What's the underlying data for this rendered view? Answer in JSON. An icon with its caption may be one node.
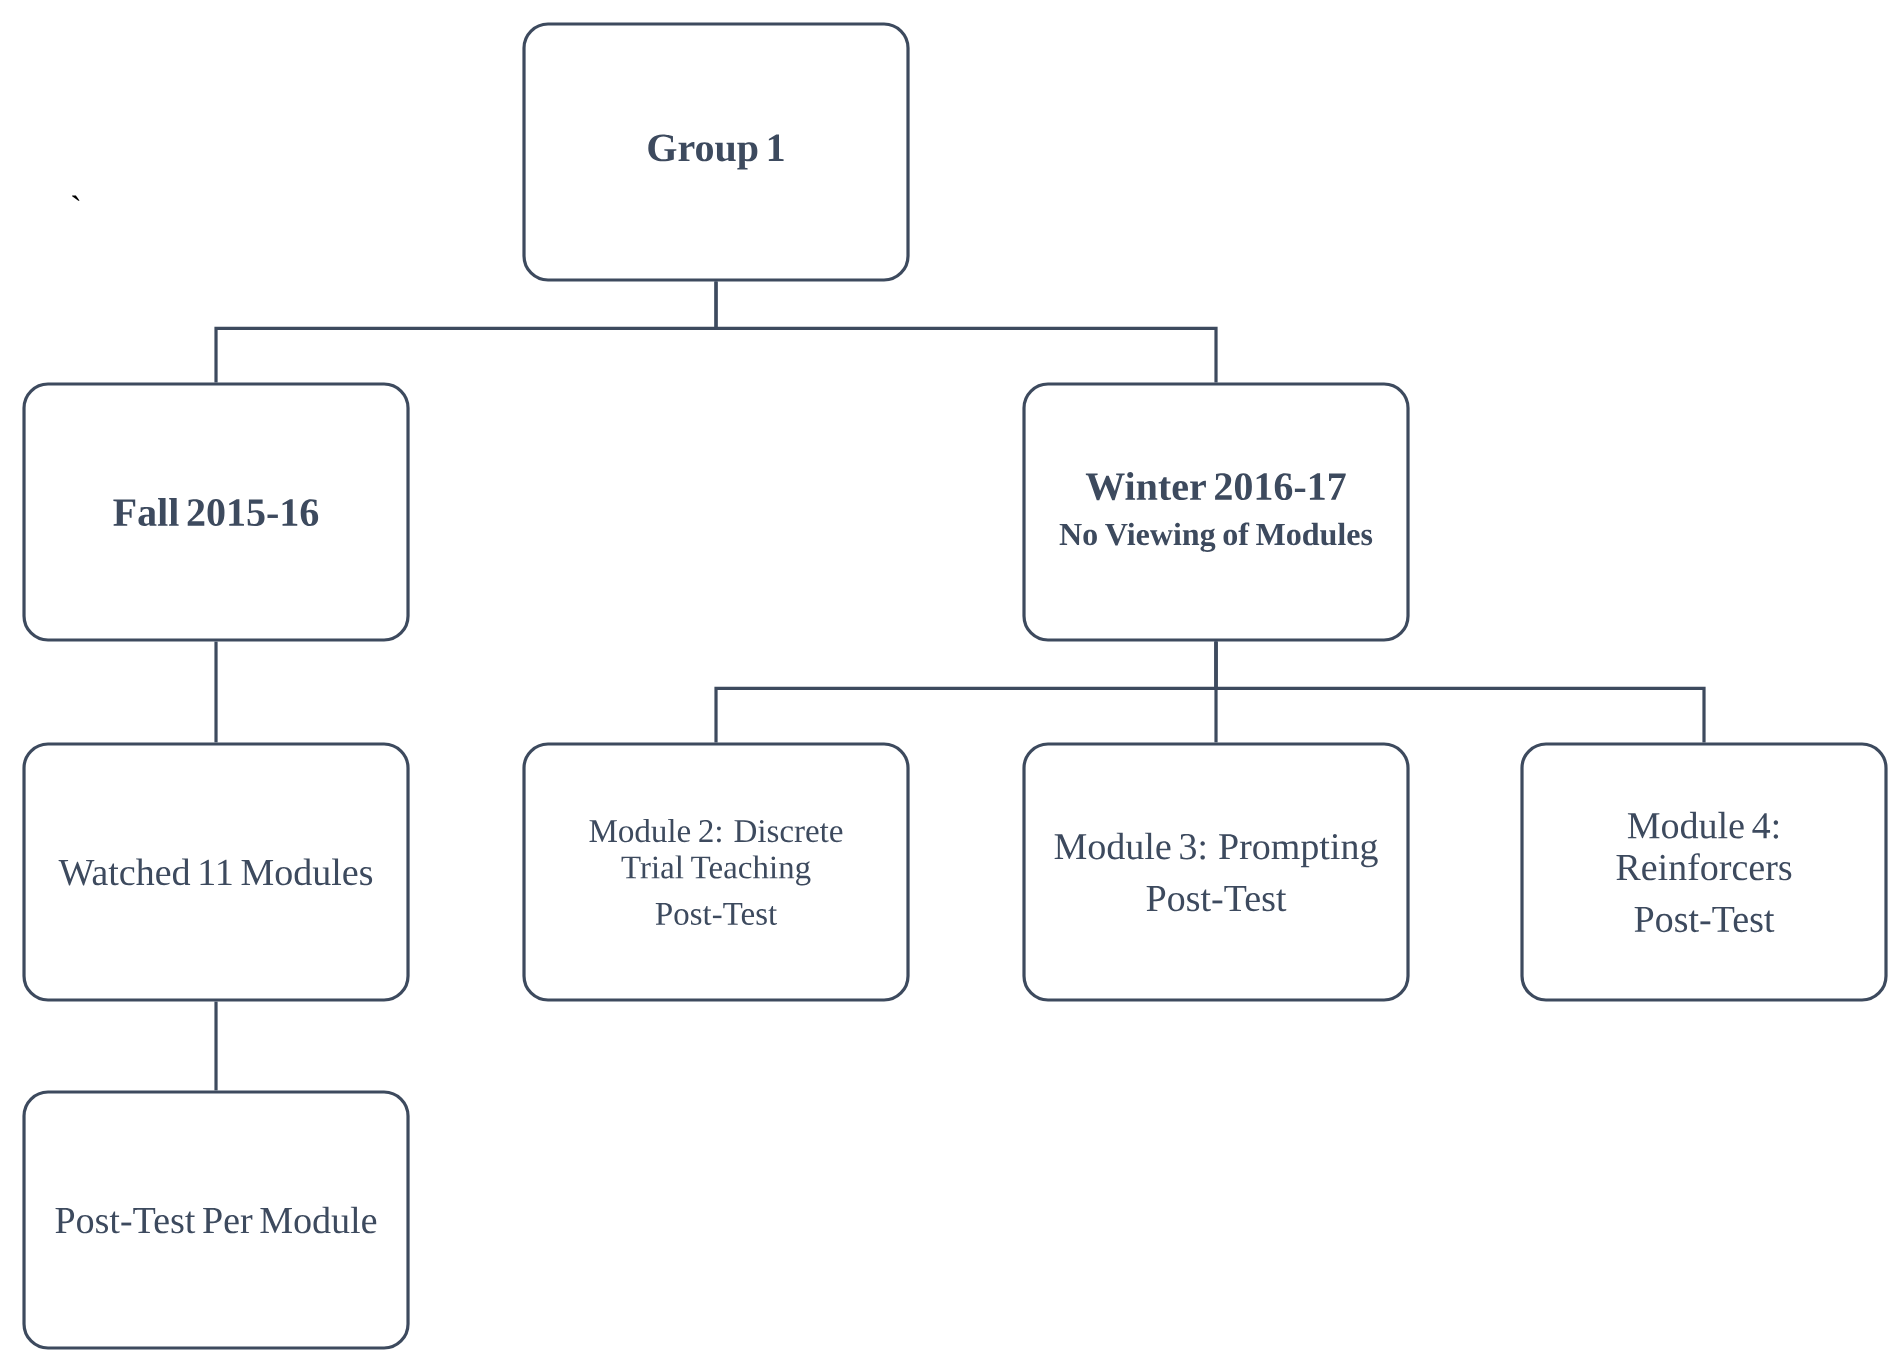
{
  "diagram": {
    "nodes": [
      {
        "text": [
          "Group 1"
        ]
      },
      {
        "text": [
          "Fall 2015-16"
        ]
      },
      {
        "text": [
          "Winter 2016-17",
          "No Viewing of Modules"
        ]
      },
      {
        "text": [
          "Watched 11 Modules"
        ]
      },
      {
        "text": [
          "Post-Test Per Module"
        ]
      },
      {
        "text": [
          "Module 2: Discrete Trial Teaching",
          "Post-Test"
        ]
      },
      {
        "text": [
          "Module 3: Prompting",
          "Post-Test"
        ]
      },
      {
        "text": [
          "Module 4: Reinforcers",
          "Post-Test"
        ]
      }
    ],
    "edges": [
      {
        "from": 0,
        "to": 1,
        "arrow": "none"
      },
      {
        "from": 0,
        "to": 2,
        "arrow": "none"
      },
      {
        "from": 1,
        "to": 3,
        "arrow": "none"
      },
      {
        "from": 3,
        "to": 4,
        "arrow": "none"
      },
      {
        "from": 2,
        "to": 5,
        "arrow": "none"
      },
      {
        "from": 2,
        "to": 6,
        "arrow": "none"
      },
      {
        "from": 2,
        "to": 7,
        "arrow": "none"
      }
    ],
    "labels": [
      "`"
    ]
  }
}
